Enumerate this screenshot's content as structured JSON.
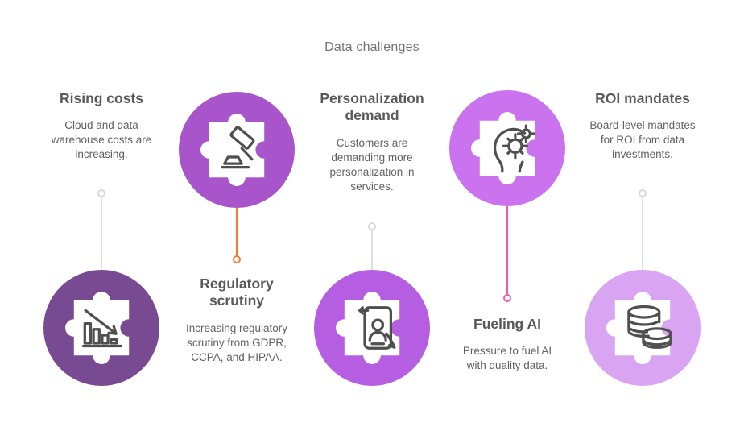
{
  "title": "Data challenges",
  "items": [
    {
      "heading": "Rising costs",
      "body": "Cloud and data warehouse costs are increasing.",
      "icon": "declining-chart-icon",
      "circle_color": "#784a92",
      "connector_color": "#e0e0e0",
      "dot_color": "#d9d9d9"
    },
    {
      "heading": "Regulatory scrutiny",
      "body": "Increasing regulatory scrutiny from GDPR, CCPA, and HIPAA.",
      "icon": "gavel-icon",
      "circle_color": "#a855cb",
      "connector_color": "#ef7d36",
      "dot_color": "#ef7d36"
    },
    {
      "heading": "Personalization demand",
      "body": "Customers are demanding more personalization in services.",
      "icon": "user-on-phone-icon",
      "circle_color": "#b55ee2",
      "connector_color": "#e0e0e0",
      "dot_color": "#d9d9d9"
    },
    {
      "heading": "Fueling AI",
      "body": "Pressure to fuel AI with quality data.",
      "icon": "ai-head-gear-icon",
      "circle_color": "#cb72ee",
      "connector_color": "#f05aaa",
      "dot_color": "#f05aaa"
    },
    {
      "heading": "ROI mandates",
      "body": "Board-level mandates for ROI from data investments.",
      "icon": "coin-stack-icon",
      "circle_color": "#d9a5f3",
      "connector_color": "#e0e0e0",
      "dot_color": "#d9d9d9"
    }
  ]
}
